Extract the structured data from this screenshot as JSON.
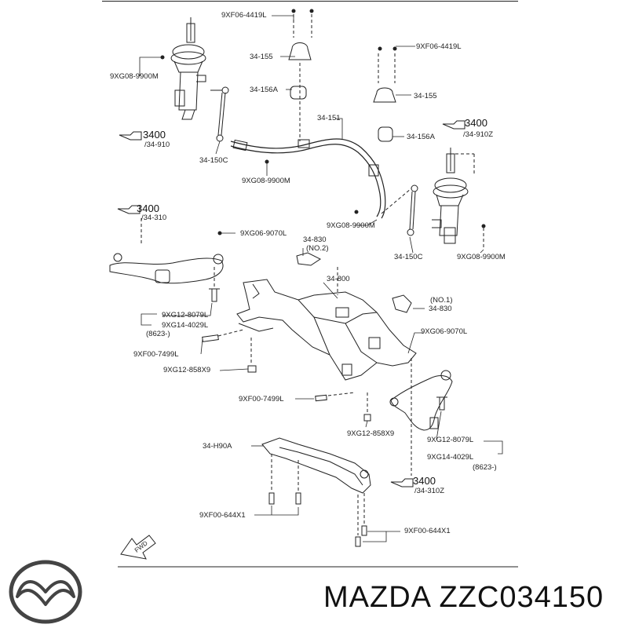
{
  "labels": {
    "l_9xf06_top": "9XF06-4419L",
    "l_34_155_top": "34-155",
    "l_9xg08_left": "9XG08-9900M",
    "l_34_156a_left": "34-156A",
    "l_34_151": "34-151",
    "l_9xf06_right": "9XF06-4419L",
    "l_34_155_right": "34-155",
    "l_34_156a_right": "34-156A",
    "l_34_150c_left": "34-150C",
    "l_9xg08_mid": "9XG08-9900M",
    "l_9xg08_low": "9XG08-9900M",
    "l_34_150c_right": "34-150C",
    "l_9xg08_rightlow": "9XG08-9900M",
    "l_9xg06_top": "9XG06-9070L",
    "l_34_830_top": "34-830",
    "l_no2": "(NO.2)",
    "l_34_800": "34-800",
    "l_no1": "(NO.1)",
    "l_34_830_right": "34-830",
    "l_9xg12_8079_left": "9XG12-8079L",
    "l_9xg14_left": "9XG14-4029L",
    "l_8623_left": "(8623-)",
    "l_9xg06_right": "9XG06-9070L",
    "l_9xf00_7499_left": "9XF00-7499L",
    "l_9xg12_858_left": "9XG12-858X9",
    "l_9xf00_7499_mid": "9XF00-7499L",
    "l_9xg12_858_mid": "9XG12-858X9",
    "l_9xg12_8079_right": "9XG12-8079L",
    "l_9xg14_right": "9XG14-4029L",
    "l_8623_right": "(8623-)",
    "l_34_h90a": "34-H90A",
    "l_9xf00_644_left": "9XF00-644X1",
    "l_9xf00_644_right": "9XF00-644X1"
  },
  "refs": {
    "ref_left_strut": {
      "num": "3400",
      "sub": "/34-910"
    },
    "ref_right_strut": {
      "num": "3400",
      "sub": "/34-910Z"
    },
    "ref_left_arm": {
      "num": "3400",
      "sub": "/34-310"
    },
    "ref_right_arm": {
      "num": "3400",
      "sub": "/34-310Z"
    }
  },
  "fwd": "FWD",
  "brand_text": "MAZDA ZZC034150"
}
